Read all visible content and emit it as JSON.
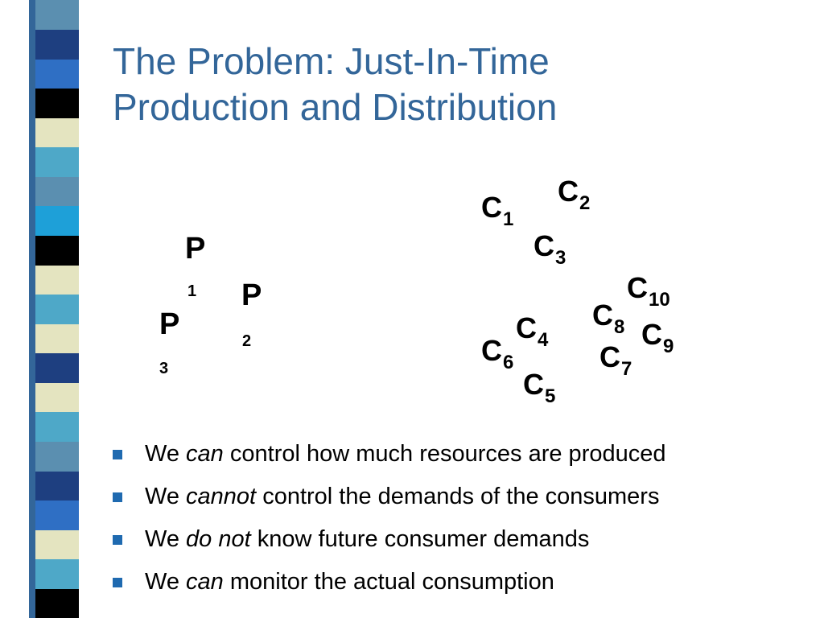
{
  "slide": {
    "title_lines": [
      "The Problem: Just-In-Time",
      "Production and Distribution"
    ],
    "accent_color": "#336699",
    "stripe_colors": [
      "#5b8fb0",
      "#1e3f80",
      "#2f6fc4",
      "#000000",
      "#e4e4c0",
      "#4ea8c8",
      "#5b8fb0",
      "#1ea0d8",
      "#000000",
      "#e4e4c0",
      "#4ea8c8",
      "#e4e4c0",
      "#1e3f80",
      "#e4e4c0",
      "#4ea8c8",
      "#5b8fb0",
      "#1e3f80",
      "#2f6fc4",
      "#e4e4c0",
      "#4ea8c8",
      "#000000"
    ]
  },
  "producers": [
    {
      "main": "P",
      "num": "1"
    },
    {
      "main": "P",
      "num": "2"
    },
    {
      "main": "P",
      "num": "3"
    }
  ],
  "consumers": [
    {
      "main": "C",
      "num": "1"
    },
    {
      "main": "C",
      "num": "2"
    },
    {
      "main": "C",
      "num": "3"
    },
    {
      "main": "C",
      "num": "4"
    },
    {
      "main": "C",
      "num": "5"
    },
    {
      "main": "C",
      "num": "6"
    },
    {
      "main": "C",
      "num": "7"
    },
    {
      "main": "C",
      "num": "8"
    },
    {
      "main": "C",
      "num": "9"
    },
    {
      "main": "C",
      "num": "10"
    }
  ],
  "bullets": [
    {
      "pre": "We",
      "em": "can",
      "post": "control how much resources are produced"
    },
    {
      "pre": "We",
      "em": "cannot",
      "post": "control the demands of the consumers"
    },
    {
      "pre": "We",
      "em": "do not",
      "post": "know future consumer demands"
    },
    {
      "pre": "We",
      "em": "can",
      "post": "monitor the actual consumption"
    }
  ],
  "bullet_color": "#1f6ab0"
}
